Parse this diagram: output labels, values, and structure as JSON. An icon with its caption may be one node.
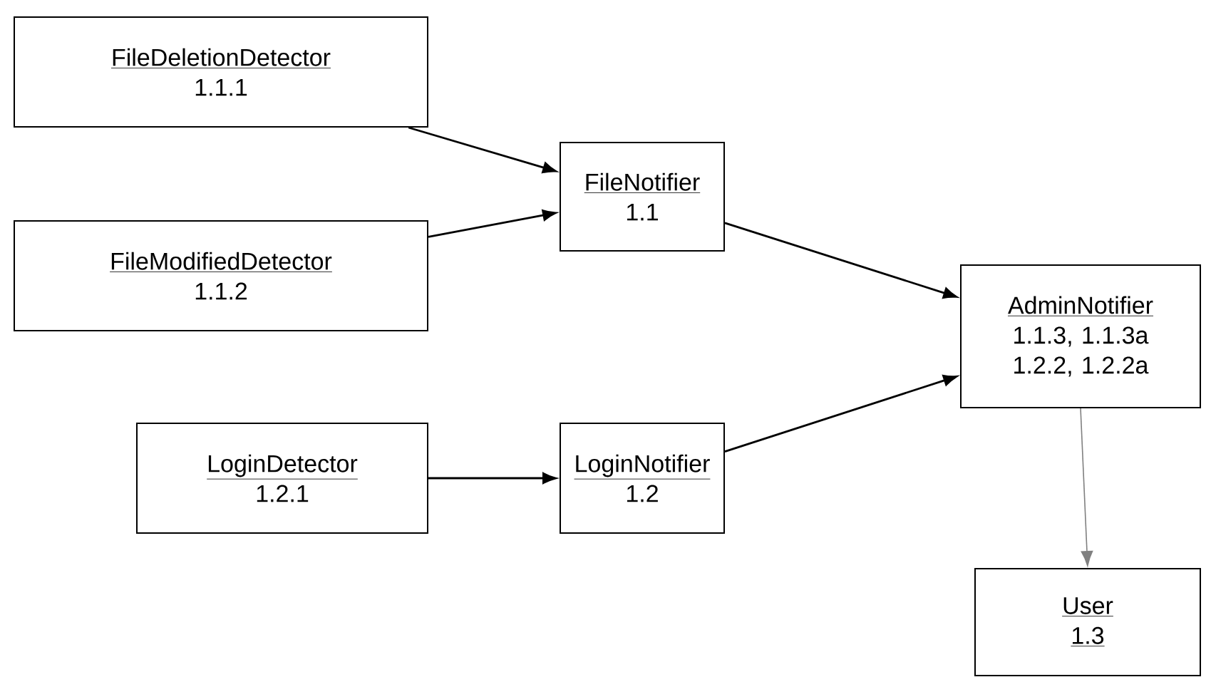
{
  "diagram": {
    "nodes": [
      {
        "text": [
          "FileDeletionDetector",
          "1.1.1"
        ]
      },
      {
        "text": [
          "FileNotifier",
          "1.1"
        ]
      },
      {
        "text": [
          "FileModifiedDetector",
          "1.1.2"
        ]
      },
      {
        "text": [
          "AdminNotifier",
          "1.1.3, 1.1.3a 1.2.2, 1.2.2a"
        ]
      },
      {
        "text": [
          "LoginDetector",
          "1.2.1"
        ]
      },
      {
        "text": [
          "LoginNotifier",
          "1.2"
        ]
      },
      {
        "text": [
          "User",
          "1.3"
        ]
      }
    ],
    "edges": [
      {
        "from": 0,
        "to": 1,
        "arrow": "to"
      },
      {
        "from": 2,
        "to": 1,
        "arrow": "to"
      },
      {
        "from": 1,
        "to": 3,
        "arrow": "to"
      },
      {
        "from": 4,
        "to": 5,
        "arrow": "to"
      },
      {
        "from": 5,
        "to": 3,
        "arrow": "to"
      },
      {
        "from": 3,
        "to": 6,
        "arrow": "to",
        "color": "#808080"
      }
    ]
  }
}
